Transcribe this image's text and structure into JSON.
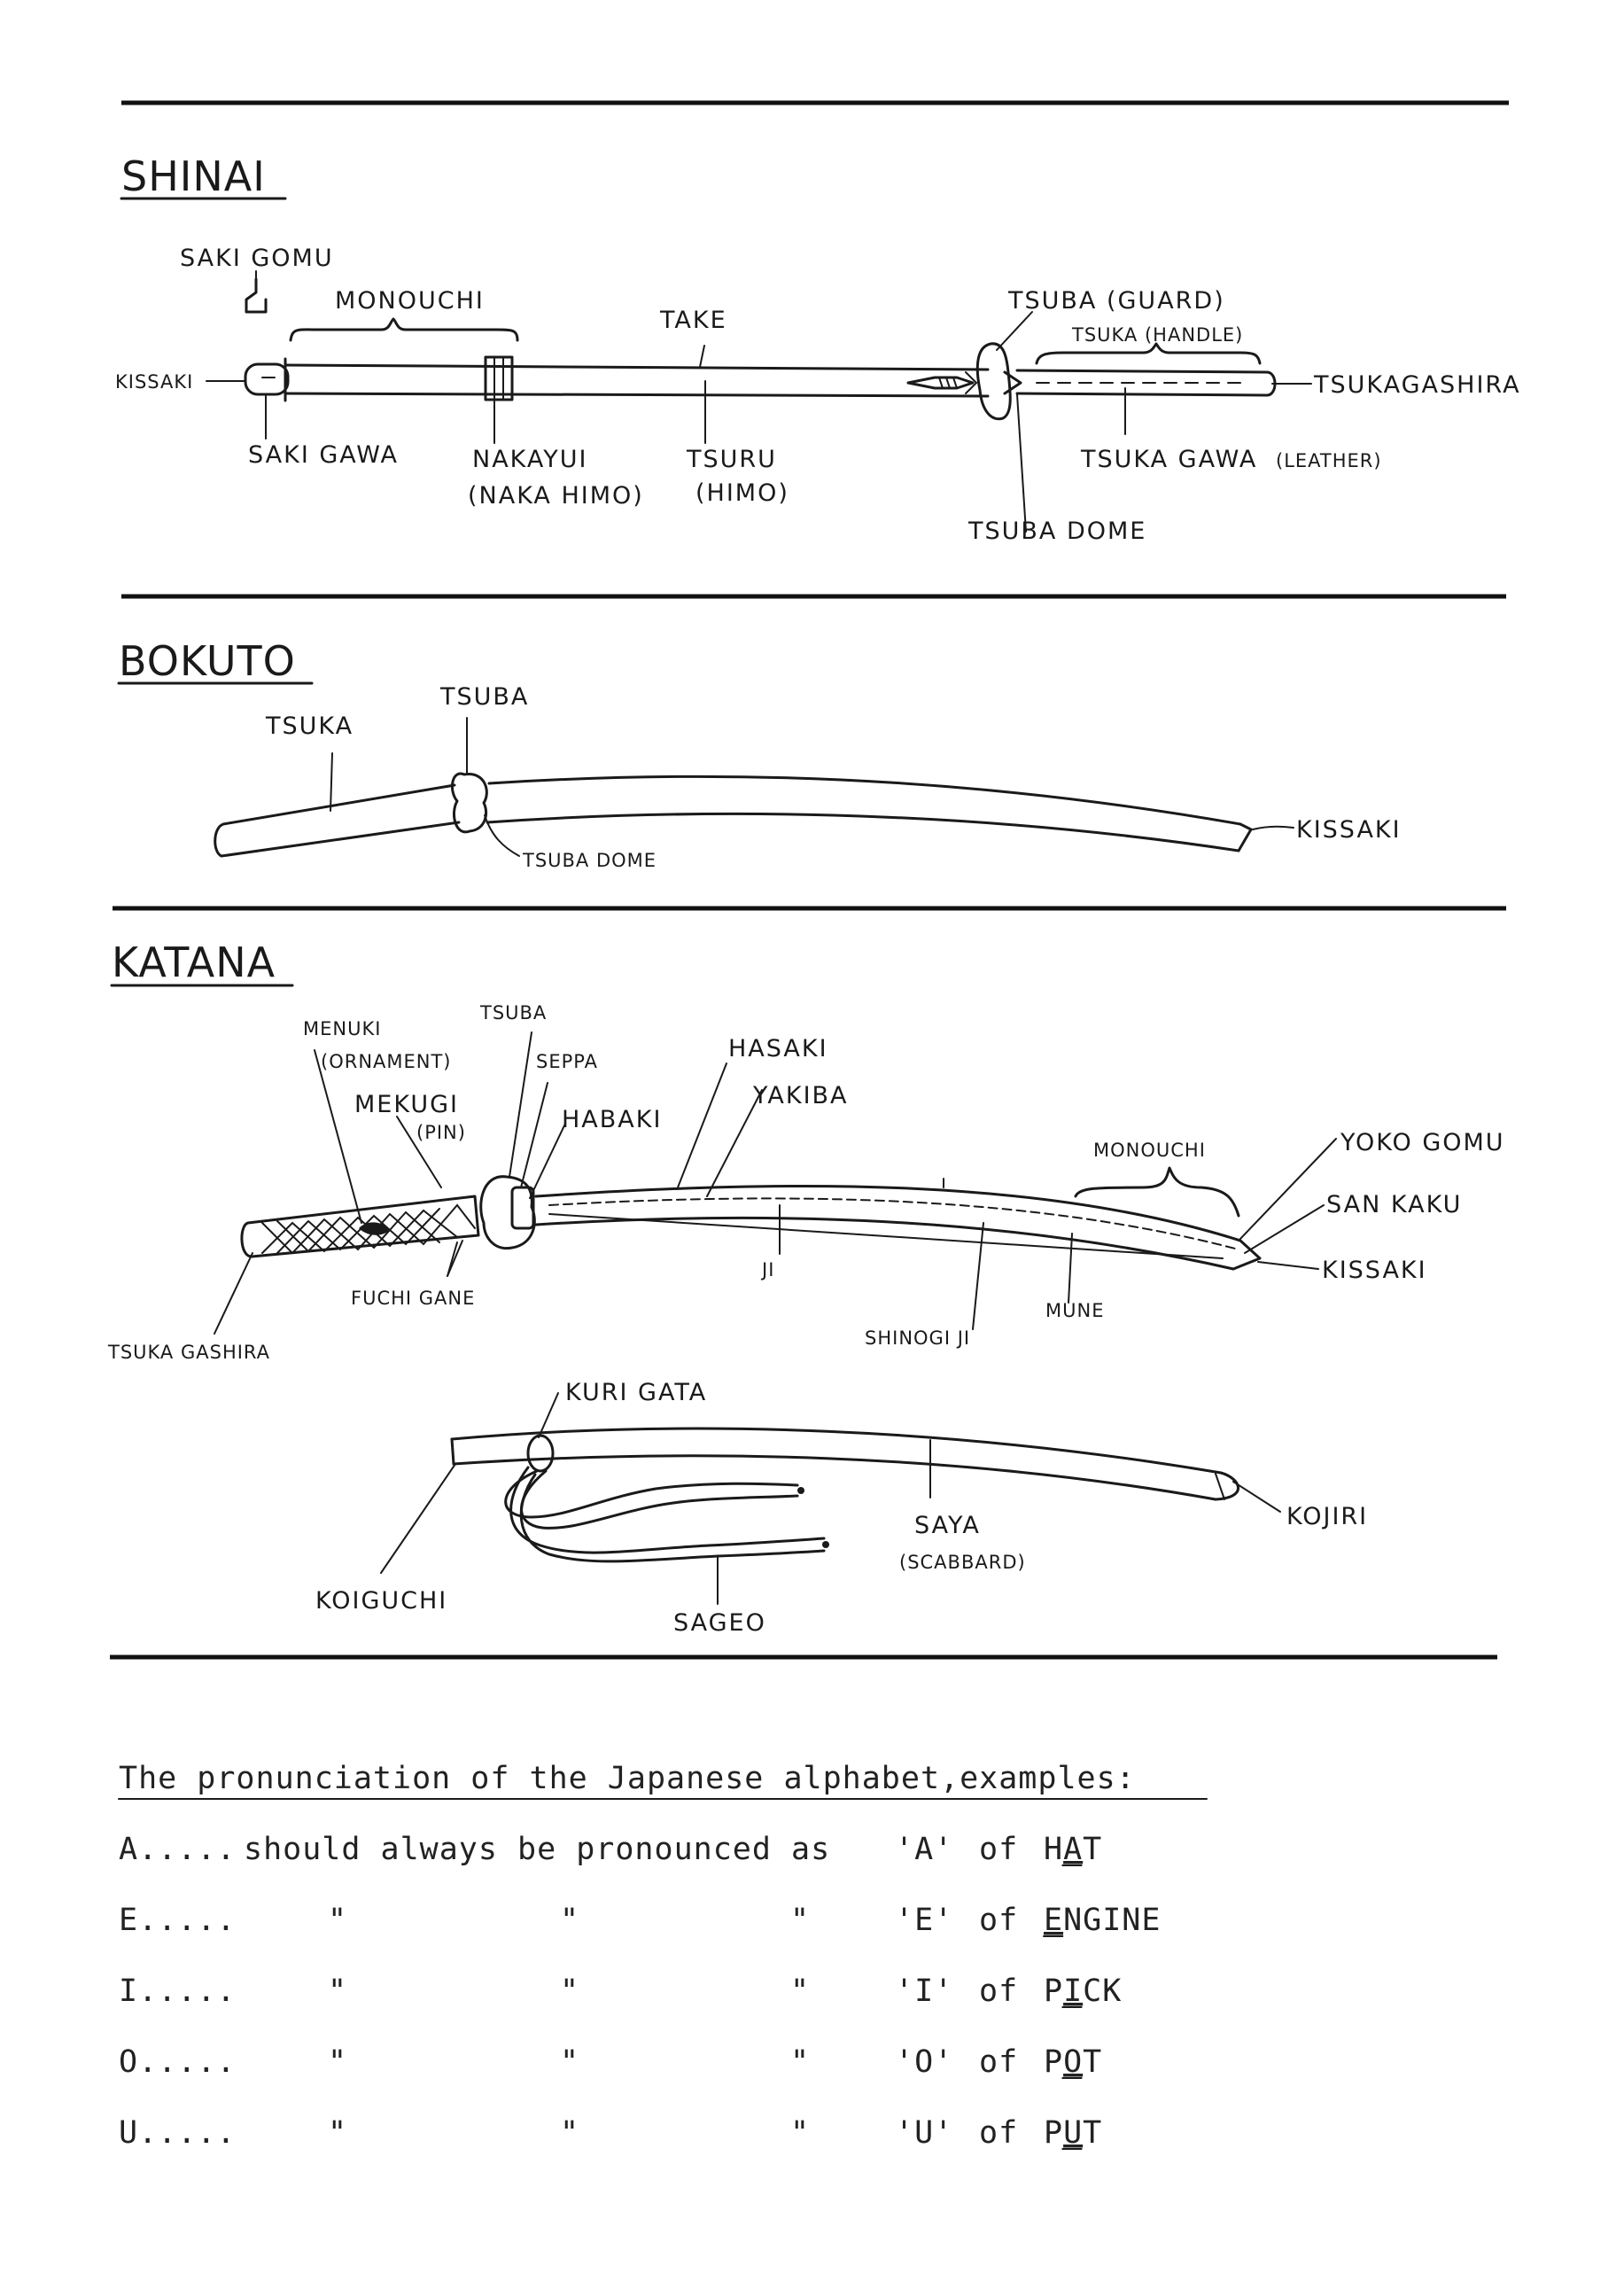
{
  "sections": {
    "shinai": {
      "title": "SHINAI",
      "labels": {
        "saki_gomu": "SAKI GOMU",
        "monouchi": "MONOUCHI",
        "take": "TAKE",
        "tsuba_guard": "TSUBA (GUARD)",
        "tsuka_handle": "TSUKA (HANDLE)",
        "kissaki": "KISSAKI",
        "tsukagashira": "TSUKAGASHIRA",
        "saki_gawa": "SAKI GAWA",
        "nakayui": "NAKAYUI",
        "naka_himo": "(NAKA HIMO)",
        "tsuru": "TSURU",
        "himo": "(HIMO)",
        "tsuka_gawa": "TSUKA GAWA",
        "leather": "(LEATHER)",
        "tsuba_dome": "TSUBA DOME"
      }
    },
    "bokuto": {
      "title": "BOKUTO",
      "labels": {
        "tsuba": "TSUBA",
        "tsuka": "TSUKA",
        "tsuba_dome": "TSUBA DOME",
        "kissaki": "KISSAKI"
      }
    },
    "katana": {
      "title": "KATANA",
      "labels": {
        "tsuba": "TSUBA",
        "menuki": "MENUKI",
        "ornament": "(ORNAMENT)",
        "seppa": "SEPPA",
        "hasaki": "HASAKI",
        "yakiba": "YAKIBA",
        "mekugi": "MEKUGI",
        "pin": "(PIN)",
        "habaki": "HABAKI",
        "monouchi": "MONOUCHI",
        "yoko_gomu": "YOKO GOMU",
        "san_kaku": "SAN KAKU",
        "kissaki": "KISSAKI",
        "ji": "JI",
        "fuchi_gane": "FUCHI GANE",
        "mune": "MUNE",
        "shinogi_ji": "SHINOGI JI",
        "tsuka_gashira": "TSUKA GASHIRA",
        "kuri_gata": "KURI GATA",
        "saya": "SAYA",
        "scabbard": "(SCABBARD)",
        "kojiri": "KOJIRI",
        "koiguchi": "KOIGUCHI",
        "sageo": "SAGEO"
      }
    }
  },
  "pronunciation": {
    "heading": "The pronunciation of the Japanese alphabet,examples:",
    "ditto": "\"",
    "rows": [
      {
        "letter": "A.....",
        "rest": "should always be pronounced as",
        "quote": "'A'",
        "of": "of",
        "pre": "H",
        "under": "A",
        "post": "T"
      },
      {
        "letter": "E.....",
        "quote": "'E'",
        "of": "of",
        "pre": "",
        "under": "E",
        "post": "NGINE"
      },
      {
        "letter": "I.....",
        "quote": "'I'",
        "of": "of",
        "pre": "P",
        "under": "I",
        "post": "CK"
      },
      {
        "letter": "O.....",
        "quote": "'O'",
        "of": "of",
        "pre": "P",
        "under": "O",
        "post": "T"
      },
      {
        "letter": "U.....",
        "quote": "'U'",
        "of": "of",
        "pre": "P",
        "under": "U",
        "post": "T"
      }
    ]
  }
}
